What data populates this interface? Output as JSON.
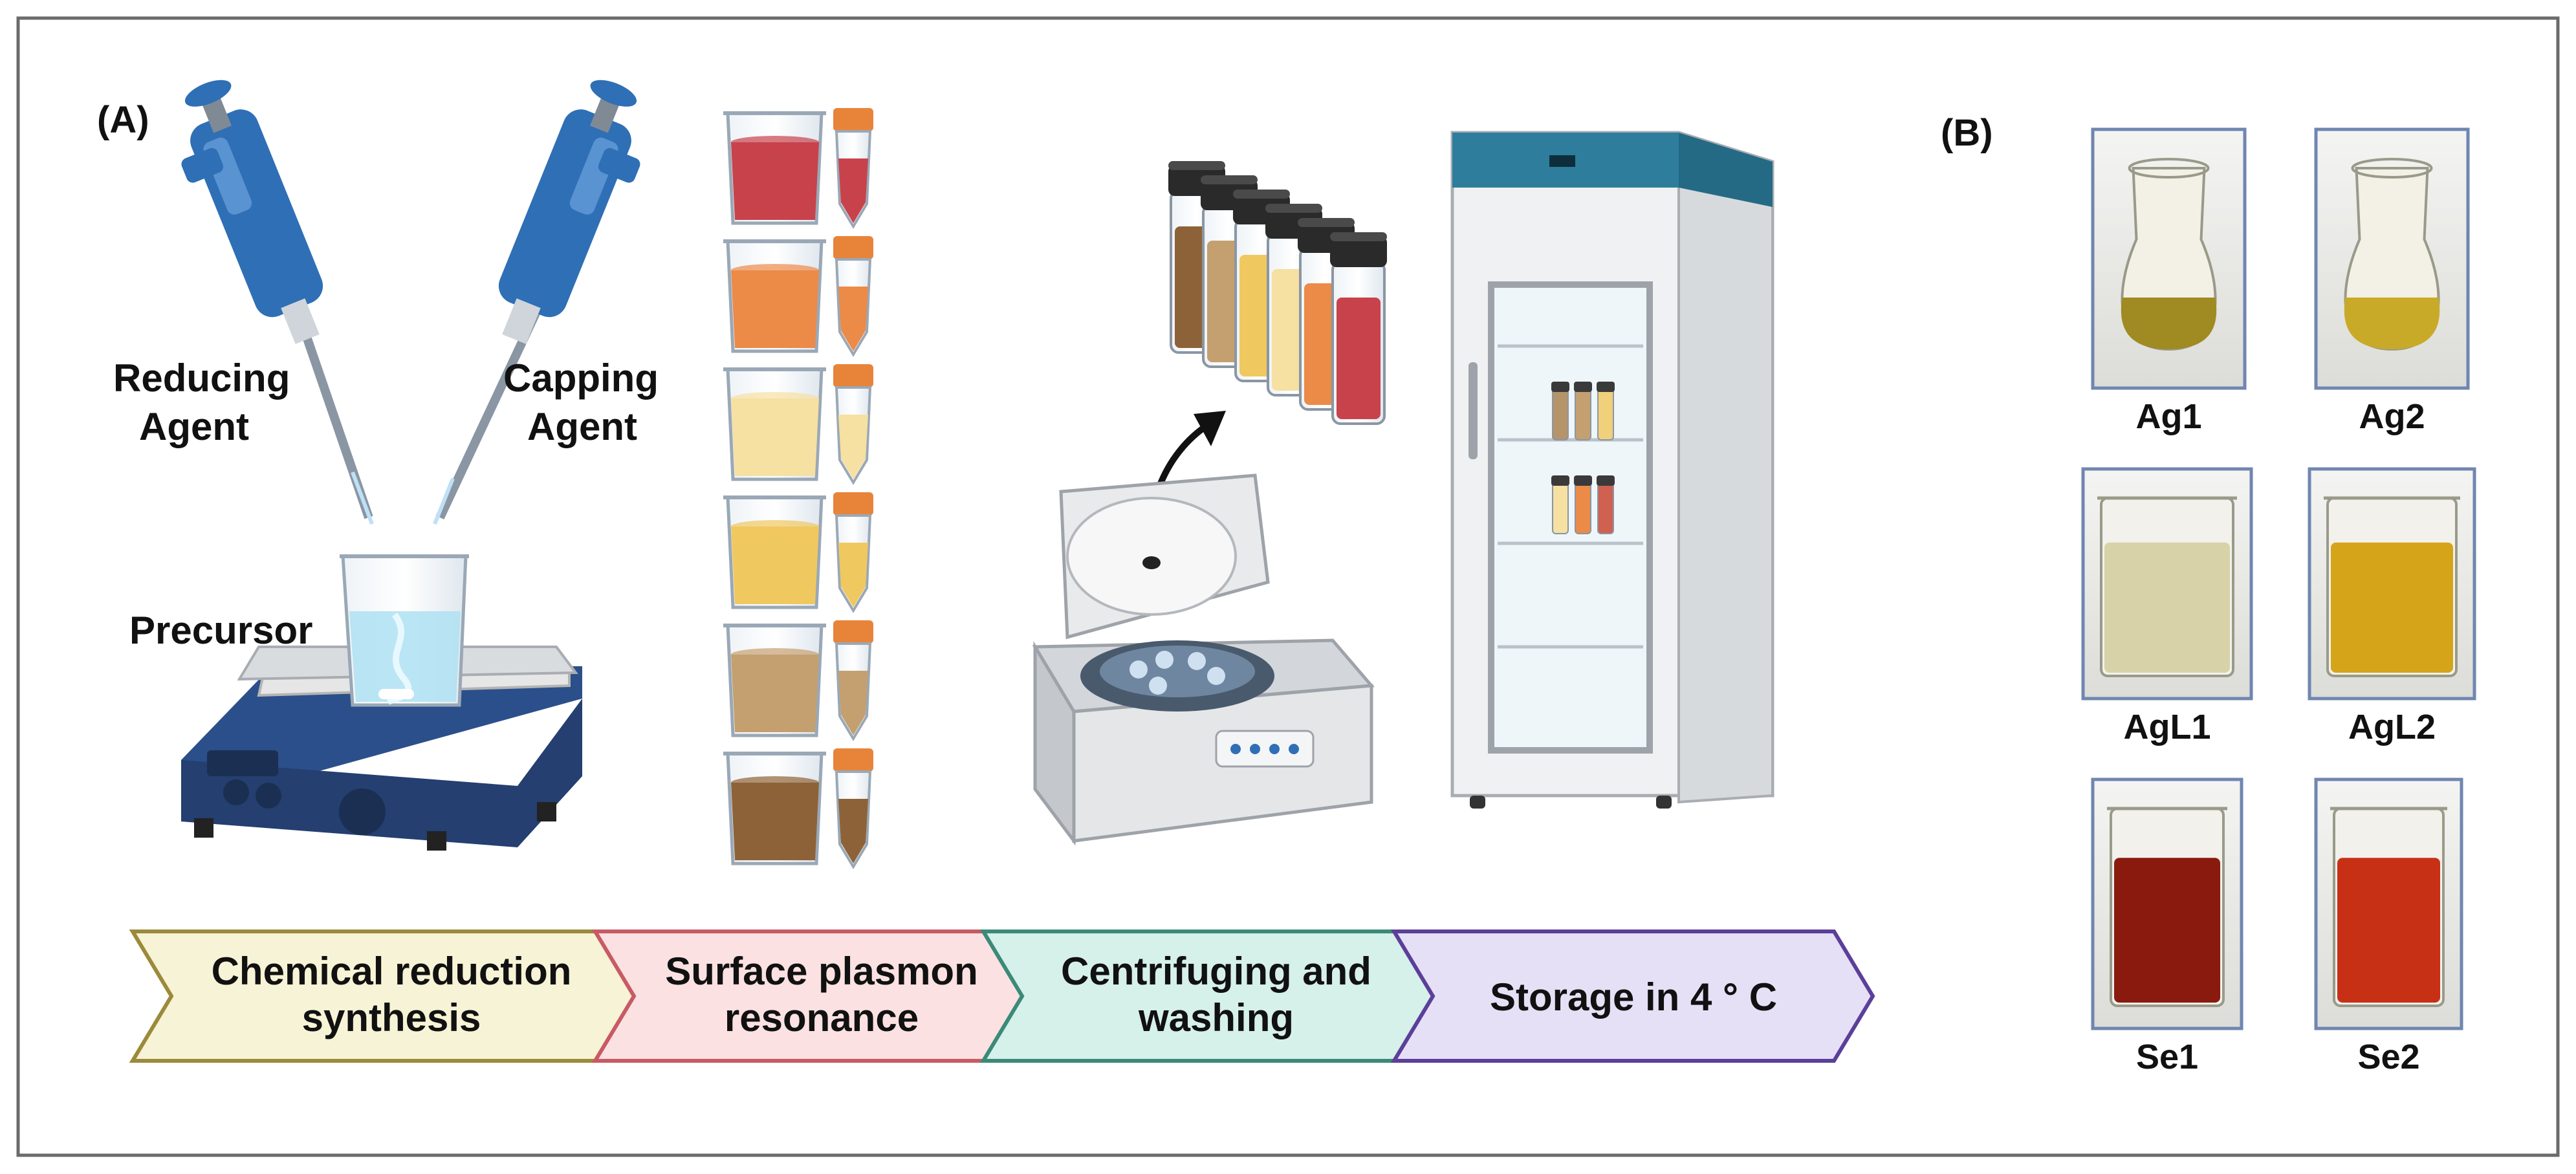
{
  "panels": {
    "a": "(A)",
    "b": "(B)"
  },
  "labels": {
    "reducing": [
      "Reducing",
      "Agent"
    ],
    "capping": [
      "Capping",
      "Agent"
    ],
    "precursor": "Precursor"
  },
  "steps": [
    {
      "lines": [
        "Chemical reduction",
        "synthesis"
      ],
      "fill": "#f7f3d6",
      "stroke": "#9c8a3b"
    },
    {
      "lines": [
        "Surface plasmon",
        "resonance"
      ],
      "fill": "#fbe1e2",
      "stroke": "#c85a63"
    },
    {
      "lines": [
        "Centrifuging and",
        "washing"
      ],
      "fill": "#d6f0ea",
      "stroke": "#3b8a78"
    },
    {
      "lines": [
        "Storage in 4 ° C"
      ],
      "fill": "#e6e0f6",
      "stroke": "#5b3f99"
    }
  ],
  "samples": [
    {
      "name": "Ag1",
      "liquid": "#a08a22",
      "vessel": "flask"
    },
    {
      "name": "Ag2",
      "liquid": "#c8aa28",
      "vessel": "flask"
    },
    {
      "name": "AgL1",
      "liquid": "#d8d2a8",
      "vessel": "beaker"
    },
    {
      "name": "AgL2",
      "liquid": "#d6a418",
      "vessel": "beaker"
    },
    {
      "name": "Se1",
      "liquid": "#8a1a0e",
      "vessel": "beaker"
    },
    {
      "name": "Se2",
      "liquid": "#c83016",
      "vessel": "beaker"
    }
  ],
  "solution_colors": [
    "#c8424c",
    "#ec8a48",
    "#f6e0a2",
    "#f0c860",
    "#c4a070",
    "#8e6238"
  ],
  "vial_colors": [
    "#8e6238",
    "#c4a070",
    "#f0c860",
    "#f6e0a2",
    "#ec8a48",
    "#c8424c"
  ],
  "colors": {
    "pipette": "#2f6fb5",
    "hotplate": "#2b4f8a",
    "fridge_top": "#2e7d9c",
    "border": "#666666"
  }
}
